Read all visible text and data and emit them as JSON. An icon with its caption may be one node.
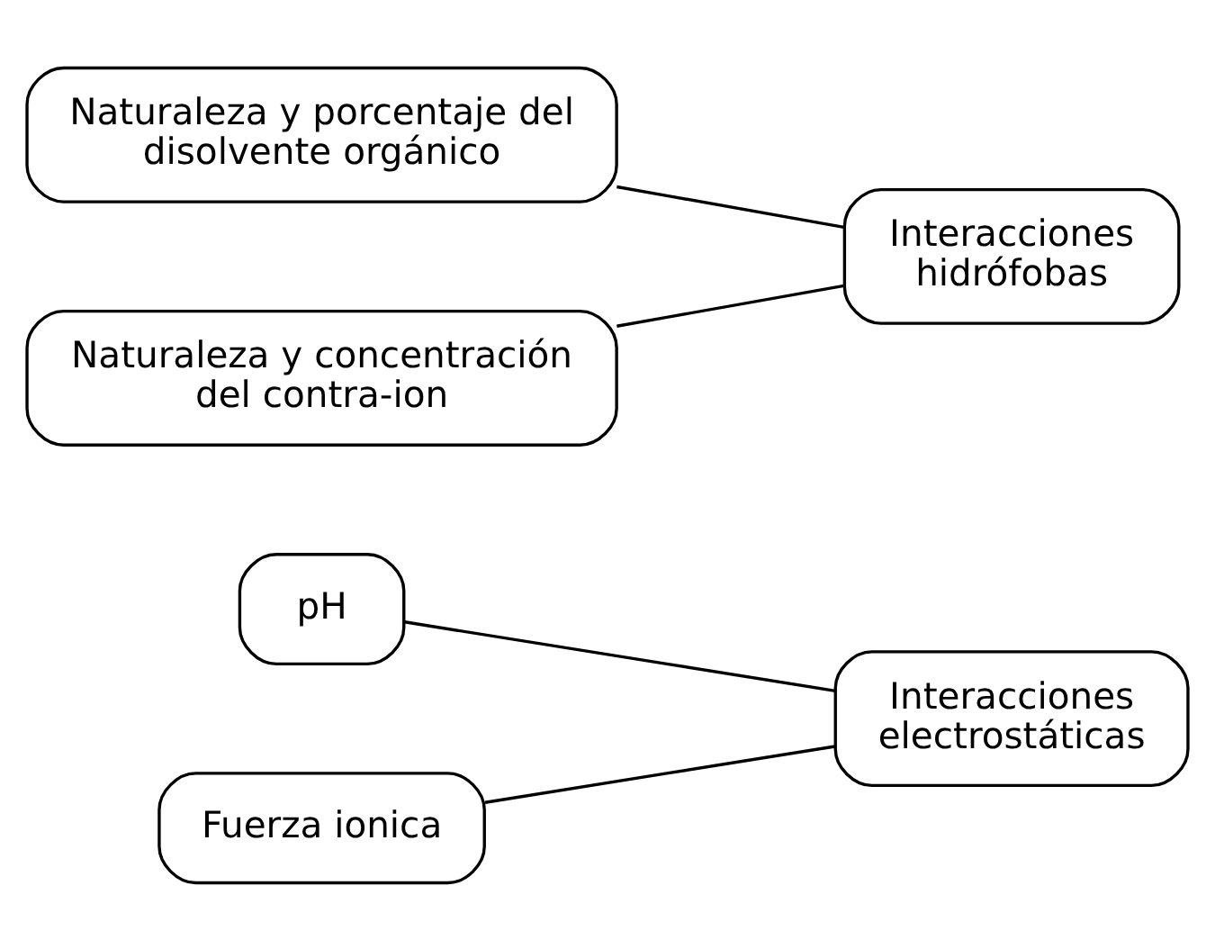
{
  "diagram": {
    "nodes": [
      {
        "text": [
          "pH"
        ]
      },
      {
        "text": [
          "Fuerza ionica"
        ]
      },
      {
        "text": [
          "Interacciones electrostáticas"
        ]
      },
      {
        "text": [
          "Naturaleza y porcentaje del disolvente orgánico"
        ]
      },
      {
        "text": [
          "Naturaleza y concentración del contra-ion"
        ]
      },
      {
        "text": [
          "Interacciones hidrófobas"
        ]
      }
    ],
    "edges": [
      {
        "from": 0,
        "to": 2,
        "arrow": "none"
      },
      {
        "from": 1,
        "to": 2,
        "arrow": "none"
      },
      {
        "from": 3,
        "to": 5,
        "arrow": "none"
      },
      {
        "from": 4,
        "to": 5,
        "arrow": "none"
      }
    ]
  }
}
